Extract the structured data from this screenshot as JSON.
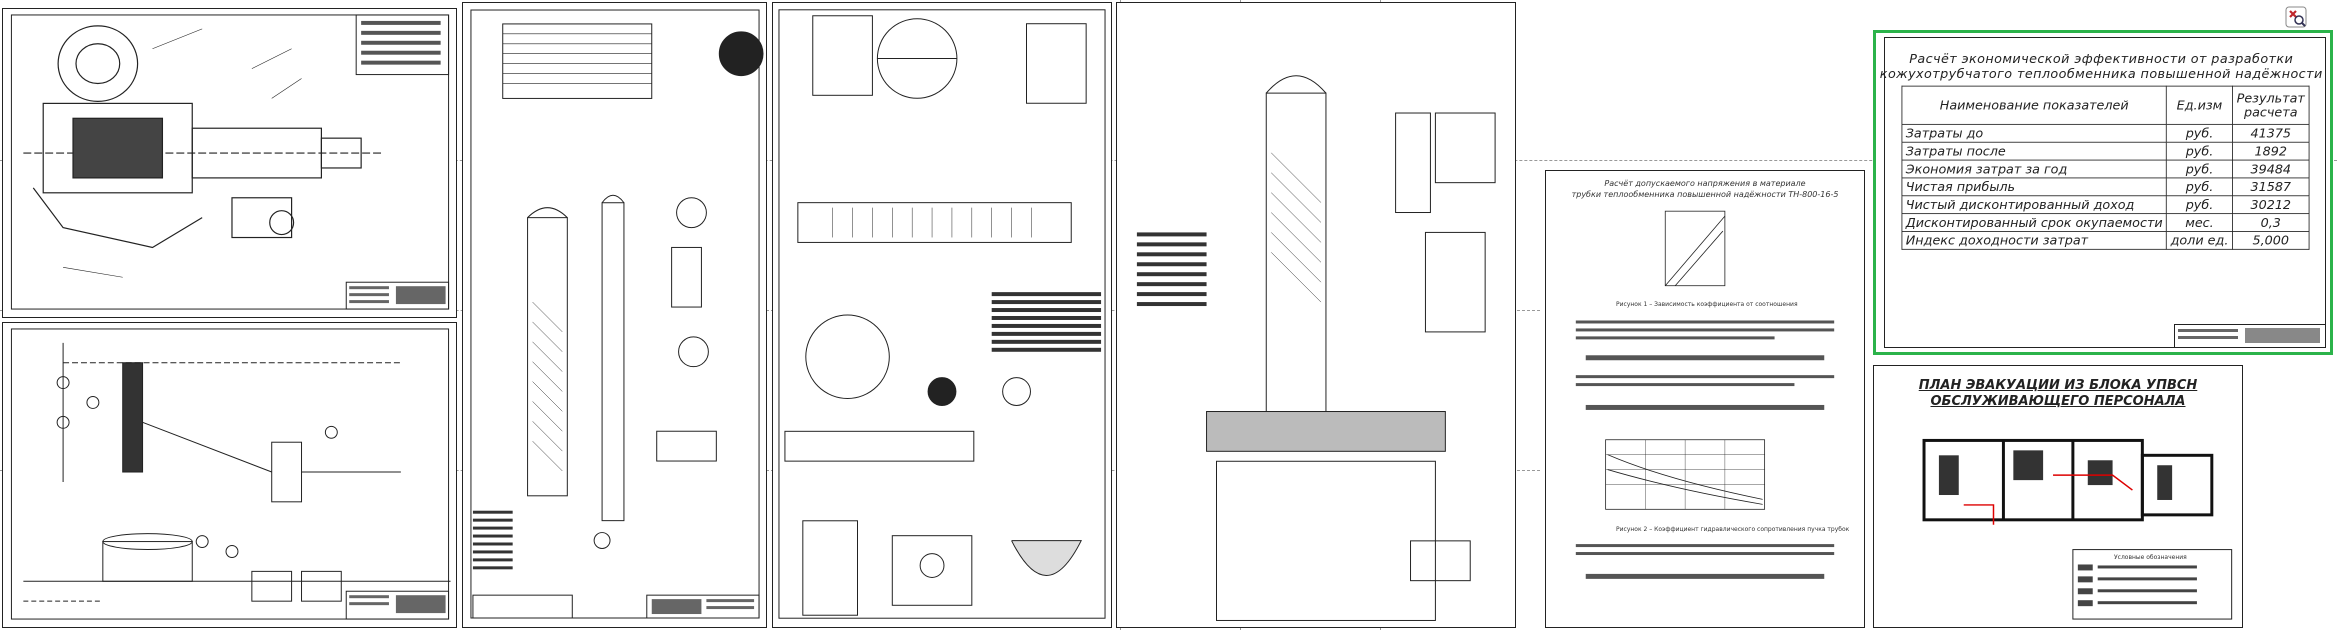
{
  "econ": {
    "title_line1": "Расчёт экономической эффективности от разработки",
    "title_line2": "кожухотрубчатого теплообменника повышенной надёжности",
    "headers": [
      "Наименование показателей",
      "Ед.изм",
      "Результат расчета"
    ],
    "rows": [
      {
        "name": "Затраты до",
        "unit": "руб.",
        "value": "41375"
      },
      {
        "name": "Затраты после",
        "unit": "руб.",
        "value": "1892"
      },
      {
        "name": "Экономия затрат за год",
        "unit": "руб.",
        "value": "39484"
      },
      {
        "name": "Чистая прибыль",
        "unit": "руб.",
        "value": "31587"
      },
      {
        "name": "Чистый дисконтированный доход",
        "unit": "руб.",
        "value": "30212"
      },
      {
        "name": "Дисконтированный срок окупаемости",
        "unit": "мес.",
        "value": "0,3"
      },
      {
        "name": "Индекс доходности затрат",
        "unit": "доли ед.",
        "value": "5,000"
      }
    ]
  },
  "evac": {
    "title_line1": "ПЛАН ЭВАКУАЦИИ ИЗ БЛОКА УПВСН",
    "title_line2": "ОБСЛУЖИВАЮЩЕГО ПЕРСОНАЛА",
    "legend_title": "Условные обозначения"
  },
  "calc": {
    "title_line1": "Расчёт допускаемого напряжения в материале",
    "title_line2": "трубки теплообменника повышенной надёжности ТН-800-16-5",
    "fig1_caption": "Рисунок 1 – Зависимость коэффициента от соотношения",
    "fig2_caption": "Рисунок 2 – Коэффициент гидравлического сопротивления пучка трубок"
  },
  "colors": {
    "frame_green": "#2bb34a",
    "ink": "#222222",
    "close_red": "#c0262c"
  },
  "icons": {
    "close": "close-zoom-icon"
  }
}
